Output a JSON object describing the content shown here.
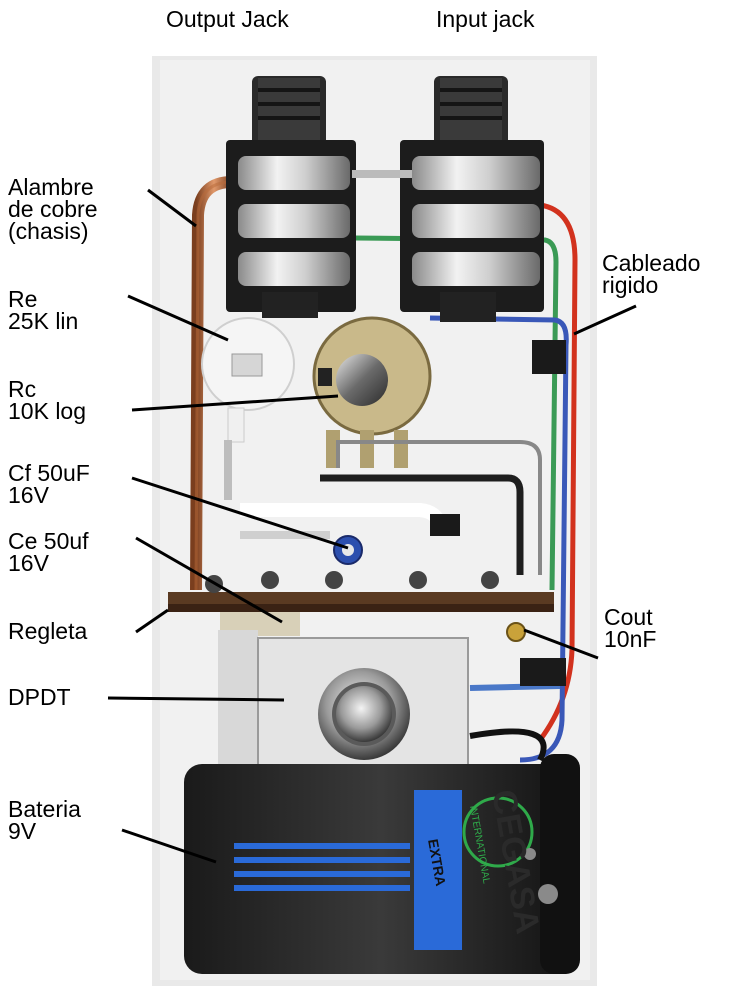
{
  "labels": {
    "output_jack": "Output Jack",
    "input_jack": "Input jack",
    "alambre": [
      "Alambre",
      "de cobre",
      "(chasis)"
    ],
    "cableado": [
      "Cableado",
      "rigido"
    ],
    "re": [
      "Re",
      "25K lin"
    ],
    "rc": [
      "Rc",
      "10K log"
    ],
    "cf": [
      "Cf 50uF",
      "16V"
    ],
    "ce": [
      "Ce 50uf",
      "16V"
    ],
    "regleta": "Regleta",
    "cout": [
      "Cout",
      "10nF"
    ],
    "dpdt": "DPDT",
    "bateria": [
      "Bateria",
      "9V"
    ]
  },
  "battery": {
    "brand": "CEGASA",
    "subbrand": "INTERNATIONAL",
    "model": "EXTRA"
  },
  "colors": {
    "copper_wire": "#b86a3a",
    "red_wire": "#d2321e",
    "green_wire": "#3a9a55",
    "blue_wire": "#3a58b8",
    "battery_blue": "#2a6ad8"
  }
}
